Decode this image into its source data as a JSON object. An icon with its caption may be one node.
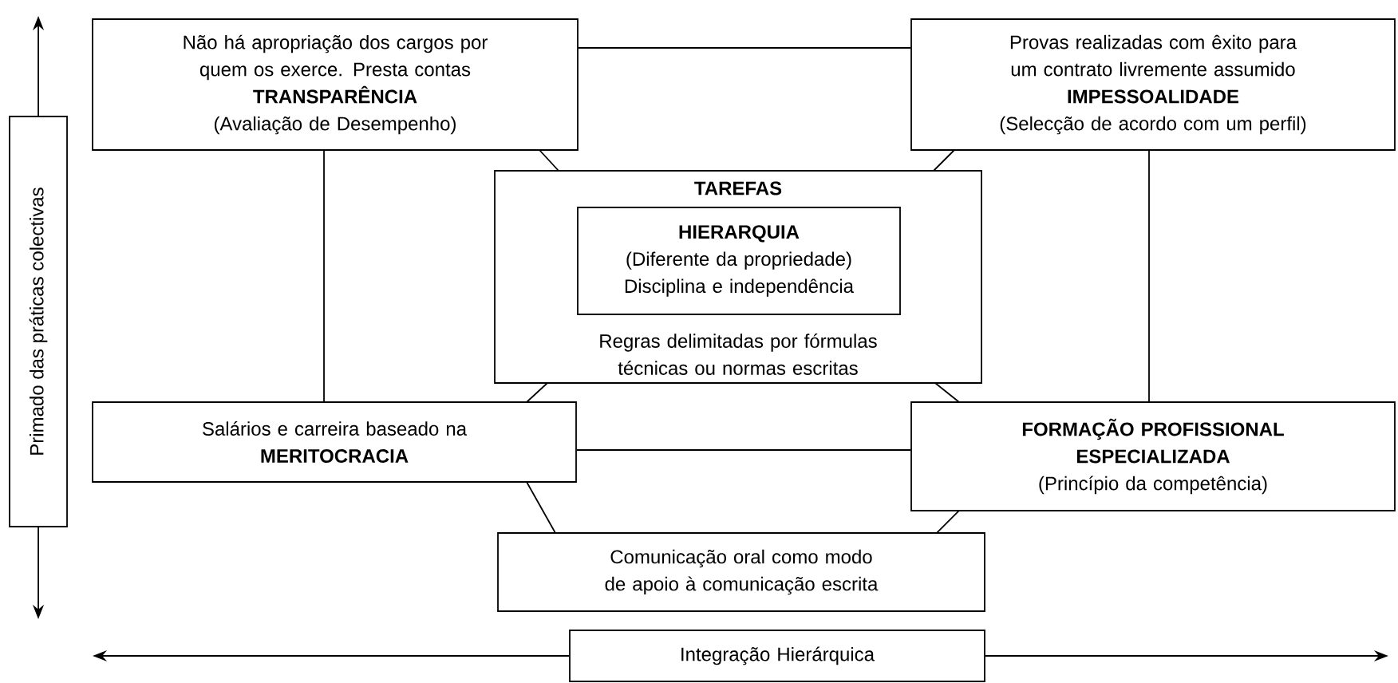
{
  "diagram": {
    "nodes": [
      {
        "text": [
          "Não há apropriação dos cargos por quem os exerce. Presta contas",
          "TRANSPARÊNCIA",
          "(Avaliação de Desempenho)"
        ]
      },
      {
        "text": [
          "Provas realizadas com êxito para um contrato livremente assumido",
          "IMPESSOALIDADE",
          "(Selecção de acordo com um perfil)"
        ]
      },
      {
        "text": [
          "TAREFAS",
          "Regras delimitadas por fórmulas técnicas ou normas escritas"
        ]
      },
      {
        "text": [
          "HIERARQUIA",
          "(Diferente da propriedade)",
          "Disciplina e independência"
        ],
        "in": 2
      },
      {
        "text": [
          "Salários e carreira baseado na",
          "MERITOCRACIA"
        ]
      },
      {
        "text": [
          "FORMAÇÃO PROFISSIONAL ESPECIALIZADA",
          "(Princípio da competência)"
        ]
      },
      {
        "text": [
          "Comunicação oral como modo de apoio à comunicação escrita"
        ]
      },
      {
        "text": [
          "Integração Hierárquica"
        ]
      },
      {
        "text": [
          "Primado das práticas colectivas"
        ]
      }
    ],
    "edges": [
      {
        "from": 0,
        "to": 1,
        "arrow": "none"
      },
      {
        "from": 0,
        "to": 4,
        "arrow": "none"
      },
      {
        "from": 1,
        "to": 5,
        "arrow": "none"
      },
      {
        "from": 4,
        "to": 5,
        "arrow": "none"
      },
      {
        "from": 0,
        "to": 2,
        "arrow": "none"
      },
      {
        "from": 1,
        "to": 2,
        "arrow": "none"
      },
      {
        "from": 2,
        "to": 4,
        "arrow": "none"
      },
      {
        "from": 2,
        "to": 5,
        "arrow": "none"
      },
      {
        "from": 4,
        "to": 6,
        "arrow": "none"
      },
      {
        "from": 5,
        "to": 6,
        "arrow": "none"
      },
      {
        "from": 7,
        "to": null,
        "arrow": "to"
      },
      {
        "from": 7,
        "to": null,
        "arrow": "to"
      },
      {
        "from": 8,
        "to": null,
        "arrow": "to"
      },
      {
        "from": 8,
        "to": null,
        "arrow": "to"
      }
    ]
  }
}
